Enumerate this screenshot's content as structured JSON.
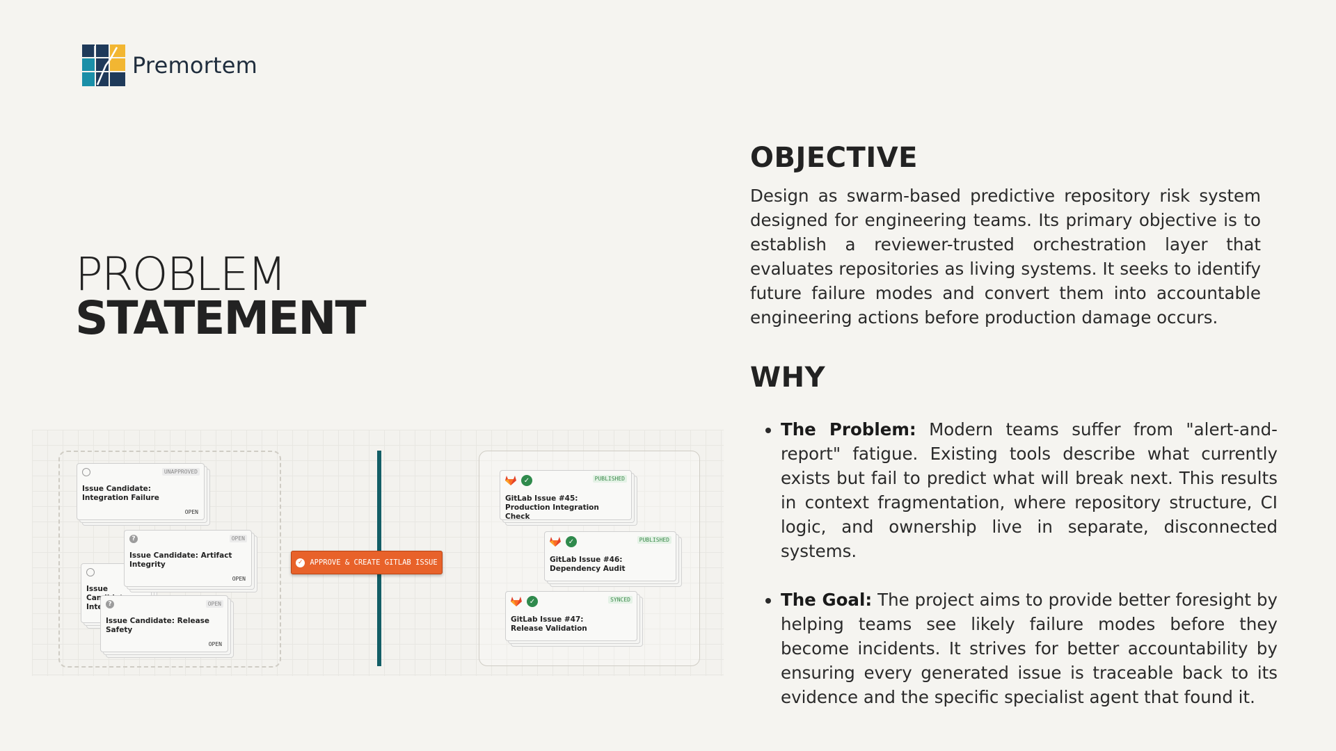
{
  "brand": {
    "name": "Premortem",
    "colors": {
      "navy": "#1f3a5a",
      "teal": "#1a8fa8",
      "gold": "#f2b632"
    }
  },
  "heading": {
    "line1": "PROBLEM",
    "line2": "STATEMENT"
  },
  "objective": {
    "title": "OBJECTIVE",
    "body": "Design as swarm-based predictive repository risk system designed for engineering teams. Its primary objective is to establish a reviewer-trusted orchestration layer that evaluates repositories as living systems. It seeks to identify future failure modes and convert them into accountable engineering actions before production damage occurs."
  },
  "why": {
    "title": "WHY",
    "items": [
      {
        "label": "The Problem:",
        "text": " Modern teams suffer from \"alert-and-report\" fatigue. Existing tools describe what currently exists but fail to predict what will break next. This results in context fragmentation, where repository structure, CI logic, and ownership live in separate, disconnected systems."
      },
      {
        "label": "The Goal:",
        "text": " The project aims to provide better foresight by helping teams see likely failure modes before they become incidents. It strives for better accountability by ensuring every generated issue is traceable back to its evidence and the specific specialist agent that found it."
      }
    ]
  },
  "illustration": {
    "candidates": [
      {
        "title": "Issue Candidate: Integration Failure",
        "badge": "UNAPPROVED",
        "status": "OPEN",
        "icon": "clock-icon"
      },
      {
        "title": "Issue Candidate: Artifact Integrity",
        "badge": "OPEN",
        "status": "OPEN",
        "icon": "question-icon"
      },
      {
        "title": "Issue Candidate: Inte",
        "badge": "",
        "status": "",
        "icon": "clock-icon"
      },
      {
        "title": "Issue Candidate: Release Safety",
        "badge": "OPEN",
        "status": "OPEN",
        "icon": "question-icon"
      }
    ],
    "action_button": "APPROVE & CREATE GITLAB ISSUE",
    "issues": [
      {
        "title": "GitLab Issue #45: Production Integration Check",
        "badge": "PUBLISHED"
      },
      {
        "title": "GitLab Issue #46: Dependency Audit",
        "badge": "PUBLISHED"
      },
      {
        "title": "GitLab Issue #47: Release Validation",
        "badge": "SYNCED"
      }
    ]
  }
}
